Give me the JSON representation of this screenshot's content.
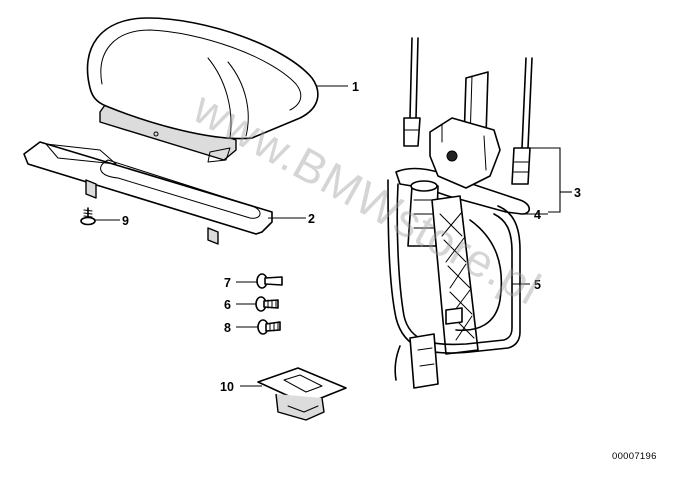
{
  "diagram": {
    "callouts": [
      "1",
      "2",
      "3",
      "4",
      "5",
      "6",
      "7",
      "8",
      "9",
      "10"
    ],
    "watermark": "www.BMWstore.pl",
    "reference_code": "00007196"
  },
  "colors": {
    "ink": "#000000",
    "background": "#ffffff",
    "watermark": "#9a9a9a"
  }
}
